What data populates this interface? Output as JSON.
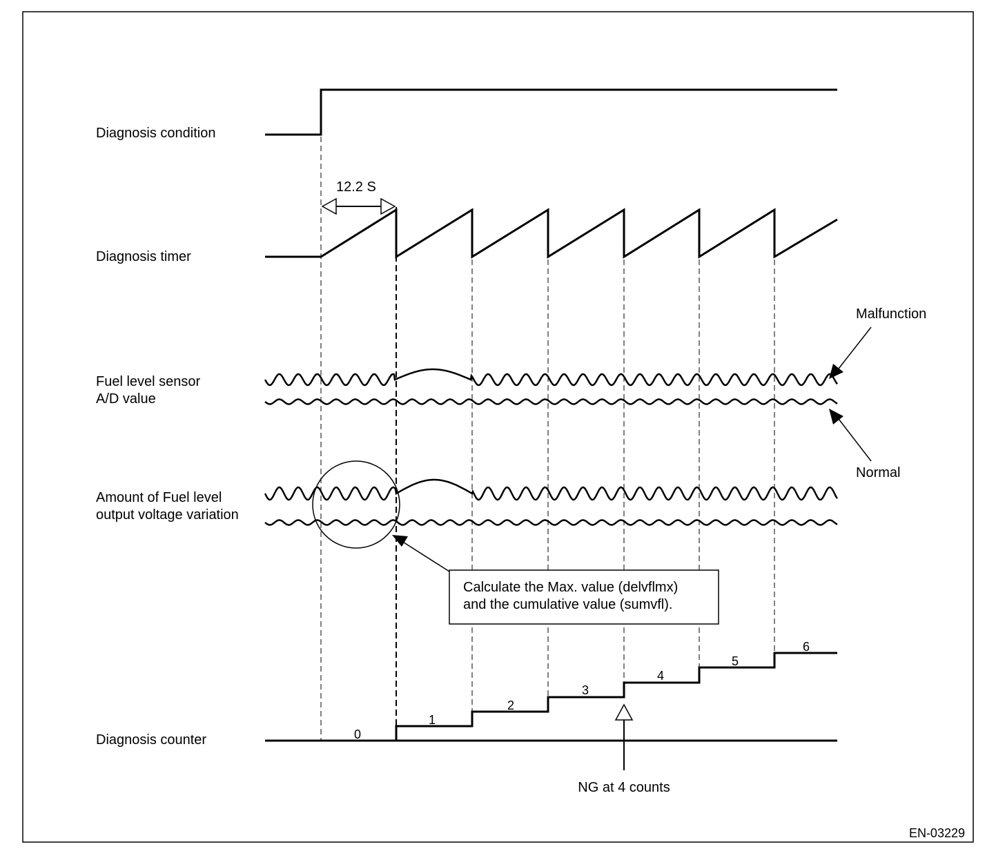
{
  "signals": {
    "diagnosis_condition": "Diagnosis condition",
    "diagnosis_timer": "Diagnosis timer",
    "fuel_sensor_line1": "Fuel level sensor",
    "fuel_sensor_line2": "A/D value",
    "variation_line1": "Amount of Fuel level",
    "variation_line2": "output voltage variation",
    "diagnosis_counter": "Diagnosis counter"
  },
  "timer_period": "12.2 S",
  "callouts": {
    "malfunction": "Malfunction",
    "normal": "Normal",
    "calc_line1": "Calculate the Max. value (delvflmx)",
    "calc_line2": "and the cumulative value (sumvfl).",
    "ng": "NG at 4 counts"
  },
  "counter_values": [
    "0",
    "1",
    "2",
    "3",
    "4",
    "5",
    "6"
  ],
  "figure_id": "EN-03229"
}
